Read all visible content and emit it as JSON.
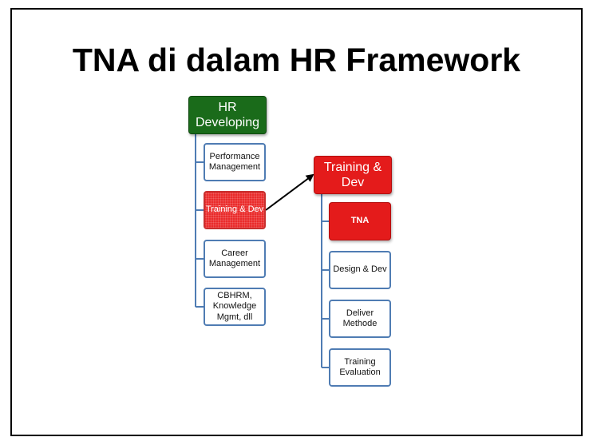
{
  "slide": {
    "title": "TNA di dalam HR Framework"
  },
  "left_tree": {
    "root": "HR\nDeveloping",
    "children": [
      "Performance\nManagement",
      "Training & Dev",
      "Career\nManagement",
      "CBHRM,\nKnowledge\nMgmt, dll"
    ]
  },
  "right_tree": {
    "root": "Training &\nDev",
    "children": [
      "TNA",
      "Design & Dev",
      "Deliver\nMethode",
      "Training\nEvaluation"
    ]
  },
  "colors": {
    "green": "#1a6b1a",
    "red": "#e41b1b",
    "border_blue": "#4f7cb3"
  }
}
